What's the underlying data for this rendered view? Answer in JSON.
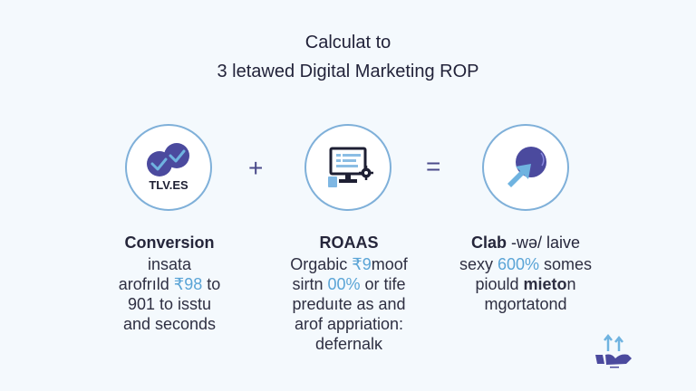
{
  "title": {
    "line1": "Calculat to",
    "line2": "3 letawed Digital Marketing ROP"
  },
  "colors": {
    "background": "#f4f9fd",
    "circle_border": "#7fb0d9",
    "icon_primary": "#4b4a9e",
    "icon_accent": "#5aa4d6",
    "highlight_text": "#5aa4d6",
    "text_dark": "#23243a"
  },
  "operators": {
    "plus": "+",
    "equals": "="
  },
  "columns": [
    {
      "icon": "double-checkmark-badge-icon",
      "icon_label": "TLV.ES",
      "heading": "Conversion",
      "lines": [
        {
          "text": "insata"
        },
        {
          "pre": "arofrıld ",
          "highlight": "₹98",
          "post": " to"
        },
        {
          "text": "901 to isstu"
        },
        {
          "text": "and seconds"
        }
      ]
    },
    {
      "icon": "monitor-settings-icon",
      "heading": "ROAAS",
      "lines": [
        {
          "pre": "Orgabic ",
          "highlight": "₹9",
          "post": "moof"
        },
        {
          "pre": "sirtn ",
          "highlight": "00%",
          "post": " or tife"
        },
        {
          "text": "preduıte as and"
        },
        {
          "text": "arof appriation:"
        },
        {
          "text": "defernalĸ"
        }
      ]
    },
    {
      "icon": "target-arrow-icon",
      "heading": "Clab",
      "heading_suffix": " -wə/ laive",
      "lines": [
        {
          "pre": "sexy ",
          "highlight": "600%",
          "post": " somes"
        },
        {
          "pre": "piould ",
          "bold": "mieto",
          "post": "n"
        },
        {
          "text": "mgortatond"
        }
      ]
    }
  ],
  "corner_icon": "hand-growth-arrows-icon"
}
